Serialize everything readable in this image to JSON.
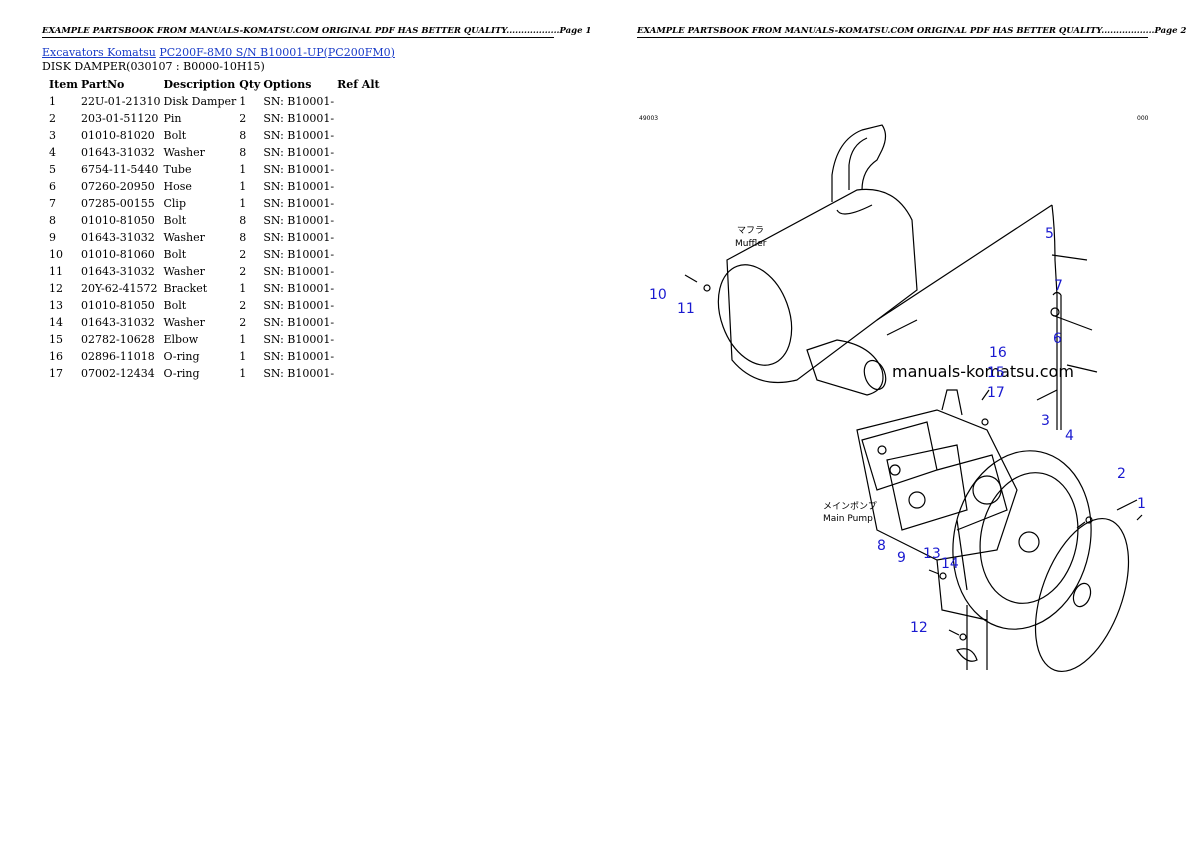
{
  "header": {
    "page1": "EXAMPLE PARTSBOOK FROM MANUALS-KOMATSU.COM ORIGINAL PDF HAS BETTER QUALITY..................Page 1",
    "page2": "EXAMPLE PARTSBOOK FROM MANUALS-KOMATSU.COM ORIGINAL PDF HAS BETTER QUALITY..................Page 2"
  },
  "breadcrumb": {
    "link1": "Excavators Komatsu",
    "link2": "PC200F-8M0 S/N B10001-UP(PC200FM0)"
  },
  "subtitle": "DISK DAMPER(030107 : B0000-10H15)",
  "table": {
    "headers": [
      "Item",
      "PartNo",
      "Description",
      "Qty",
      "Options",
      "Ref Alt"
    ],
    "rows": [
      [
        "1",
        "22U-01-21310",
        "Disk Damper",
        "1",
        "SN: B10001-",
        ""
      ],
      [
        "2",
        "203-01-51120",
        "Pin",
        "2",
        "SN: B10001-",
        ""
      ],
      [
        "3",
        "01010-81020",
        "Bolt",
        "8",
        "SN: B10001-",
        ""
      ],
      [
        "4",
        "01643-31032",
        "Washer",
        "8",
        "SN: B10001-",
        ""
      ],
      [
        "5",
        "6754-11-5440",
        "Tube",
        "1",
        "SN: B10001-",
        ""
      ],
      [
        "6",
        "07260-20950",
        "Hose",
        "1",
        "SN: B10001-",
        ""
      ],
      [
        "7",
        "07285-00155",
        "Clip",
        "1",
        "SN: B10001-",
        ""
      ],
      [
        "8",
        "01010-81050",
        "Bolt",
        "8",
        "SN: B10001-",
        ""
      ],
      [
        "9",
        "01643-31032",
        "Washer",
        "8",
        "SN: B10001-",
        ""
      ],
      [
        "10",
        "01010-81060",
        "Bolt",
        "2",
        "SN: B10001-",
        ""
      ],
      [
        "11",
        "01643-31032",
        "Washer",
        "2",
        "SN: B10001-",
        ""
      ],
      [
        "12",
        "20Y-62-41572",
        "Bracket",
        "1",
        "SN: B10001-",
        ""
      ],
      [
        "13",
        "01010-81050",
        "Bolt",
        "2",
        "SN: B10001-",
        ""
      ],
      [
        "14",
        "01643-31032",
        "Washer",
        "2",
        "SN: B10001-",
        ""
      ],
      [
        "15",
        "02782-10628",
        "Elbow",
        "1",
        "SN: B10001-",
        ""
      ],
      [
        "16",
        "02896-11018",
        "O-ring",
        "1",
        "SN: B10001-",
        ""
      ],
      [
        "17",
        "07002-12434",
        "O-ring",
        "1",
        "SN: B10001-",
        ""
      ]
    ]
  },
  "diagram": {
    "watermark": "manuals-komatsu.com",
    "muffler_jp": "マフラ",
    "muffler_en": "Muffler",
    "pump_jp": "メインポンプ",
    "pump_en": "Main Pump",
    "corner_left": "49003",
    "corner_right": "000",
    "callout_color": "#1a1ad0"
  }
}
